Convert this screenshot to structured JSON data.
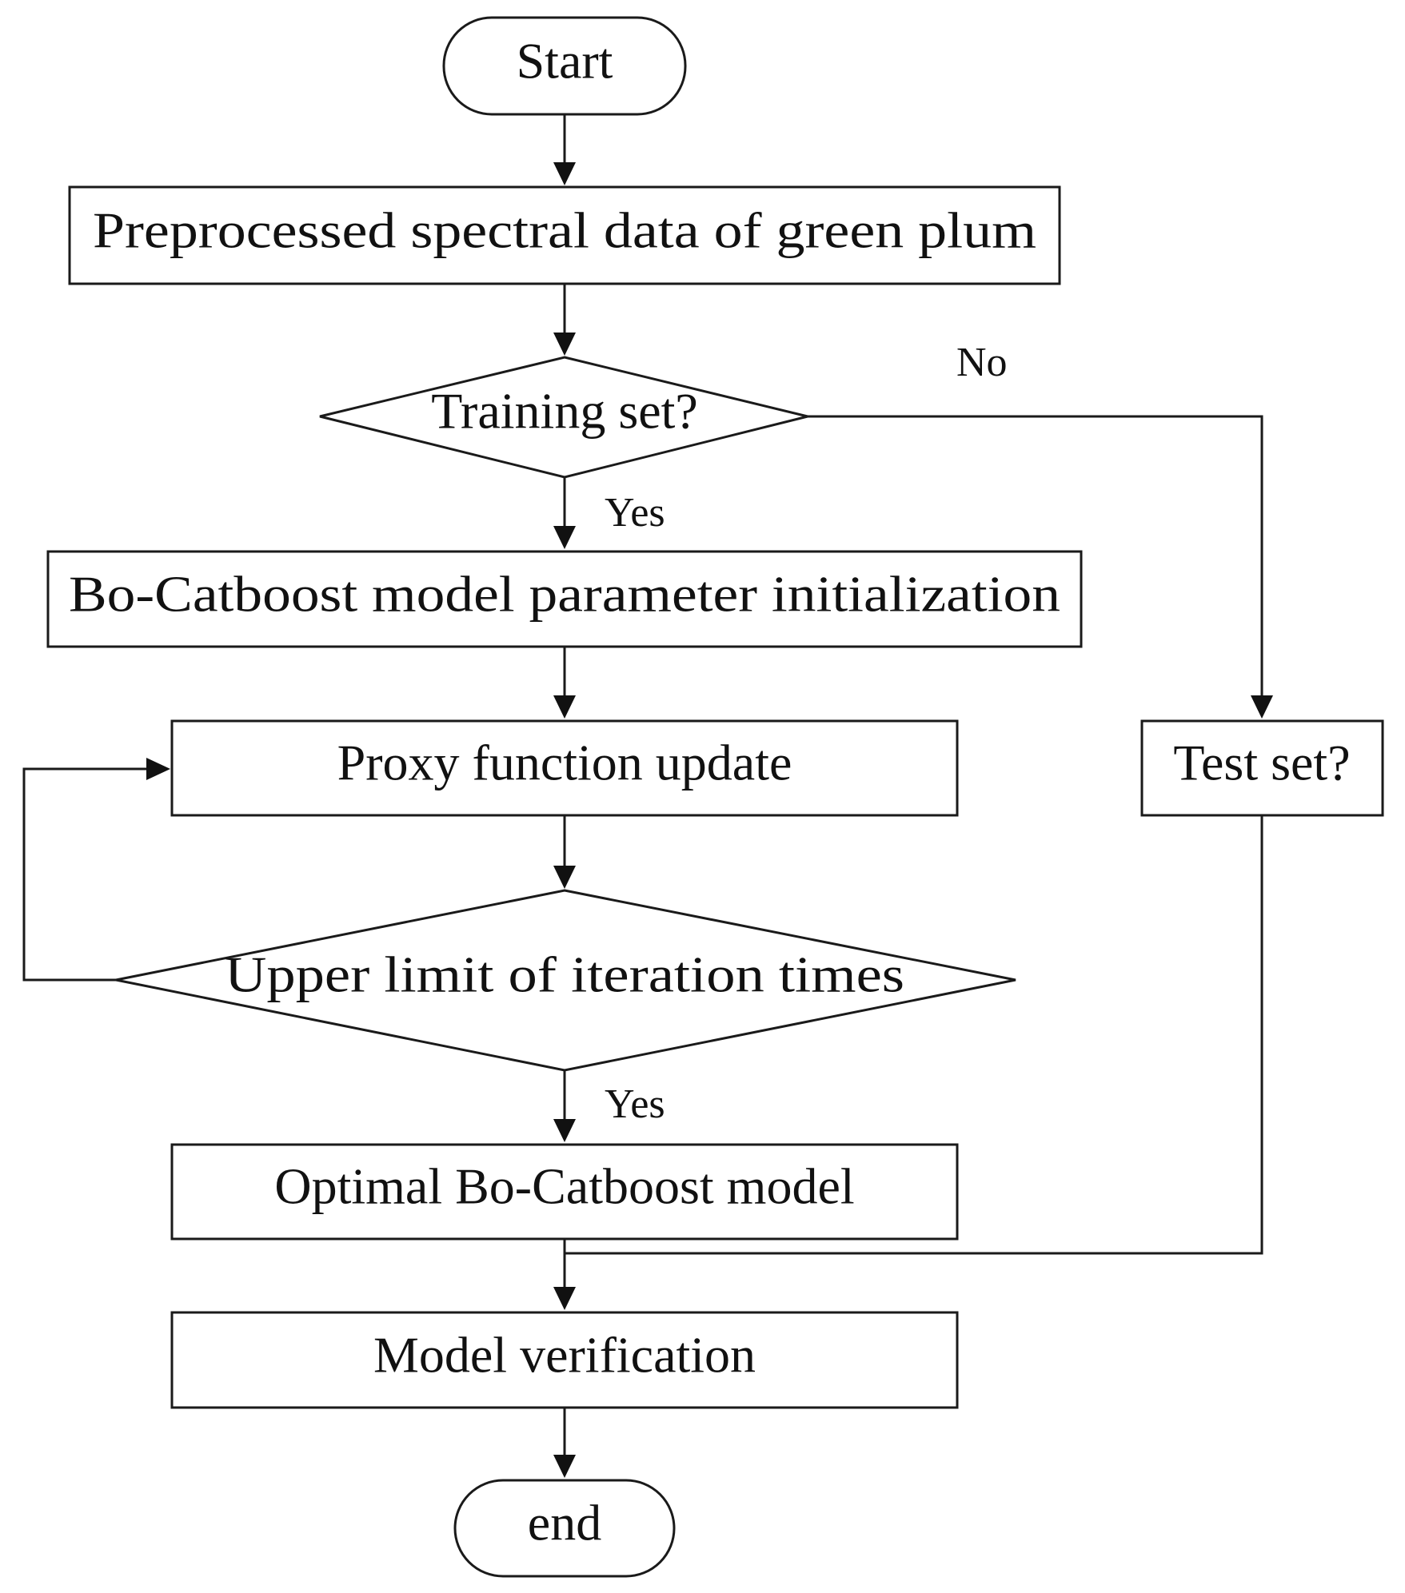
{
  "diagram": {
    "type": "flowchart",
    "nodes": {
      "start": "Start",
      "preprocess": "Preprocessed spectral data of green plum",
      "training_check": "Training set?",
      "init": "Bo-Catboost model parameter initialization",
      "proxy_update": "Proxy function update",
      "iteration_check": "Upper limit of iteration times",
      "optimal_model": "Optimal Bo-Catboost model",
      "test_set": "Test set?",
      "verification": "Model verification",
      "end": "end"
    },
    "edge_labels": {
      "training_no": "No",
      "training_yes": "Yes",
      "iteration_yes": "Yes"
    },
    "edges": [
      {
        "from": "start",
        "to": "preprocess"
      },
      {
        "from": "preprocess",
        "to": "training_check"
      },
      {
        "from": "training_check",
        "to": "init",
        "label": "Yes"
      },
      {
        "from": "training_check",
        "to": "test_set",
        "label": "No"
      },
      {
        "from": "init",
        "to": "proxy_update"
      },
      {
        "from": "proxy_update",
        "to": "iteration_check"
      },
      {
        "from": "iteration_check",
        "to": "proxy_update"
      },
      {
        "from": "iteration_check",
        "to": "optimal_model",
        "label": "Yes"
      },
      {
        "from": "optimal_model",
        "to": "verification"
      },
      {
        "from": "test_set",
        "to": "verification"
      },
      {
        "from": "verification",
        "to": "end"
      }
    ]
  }
}
